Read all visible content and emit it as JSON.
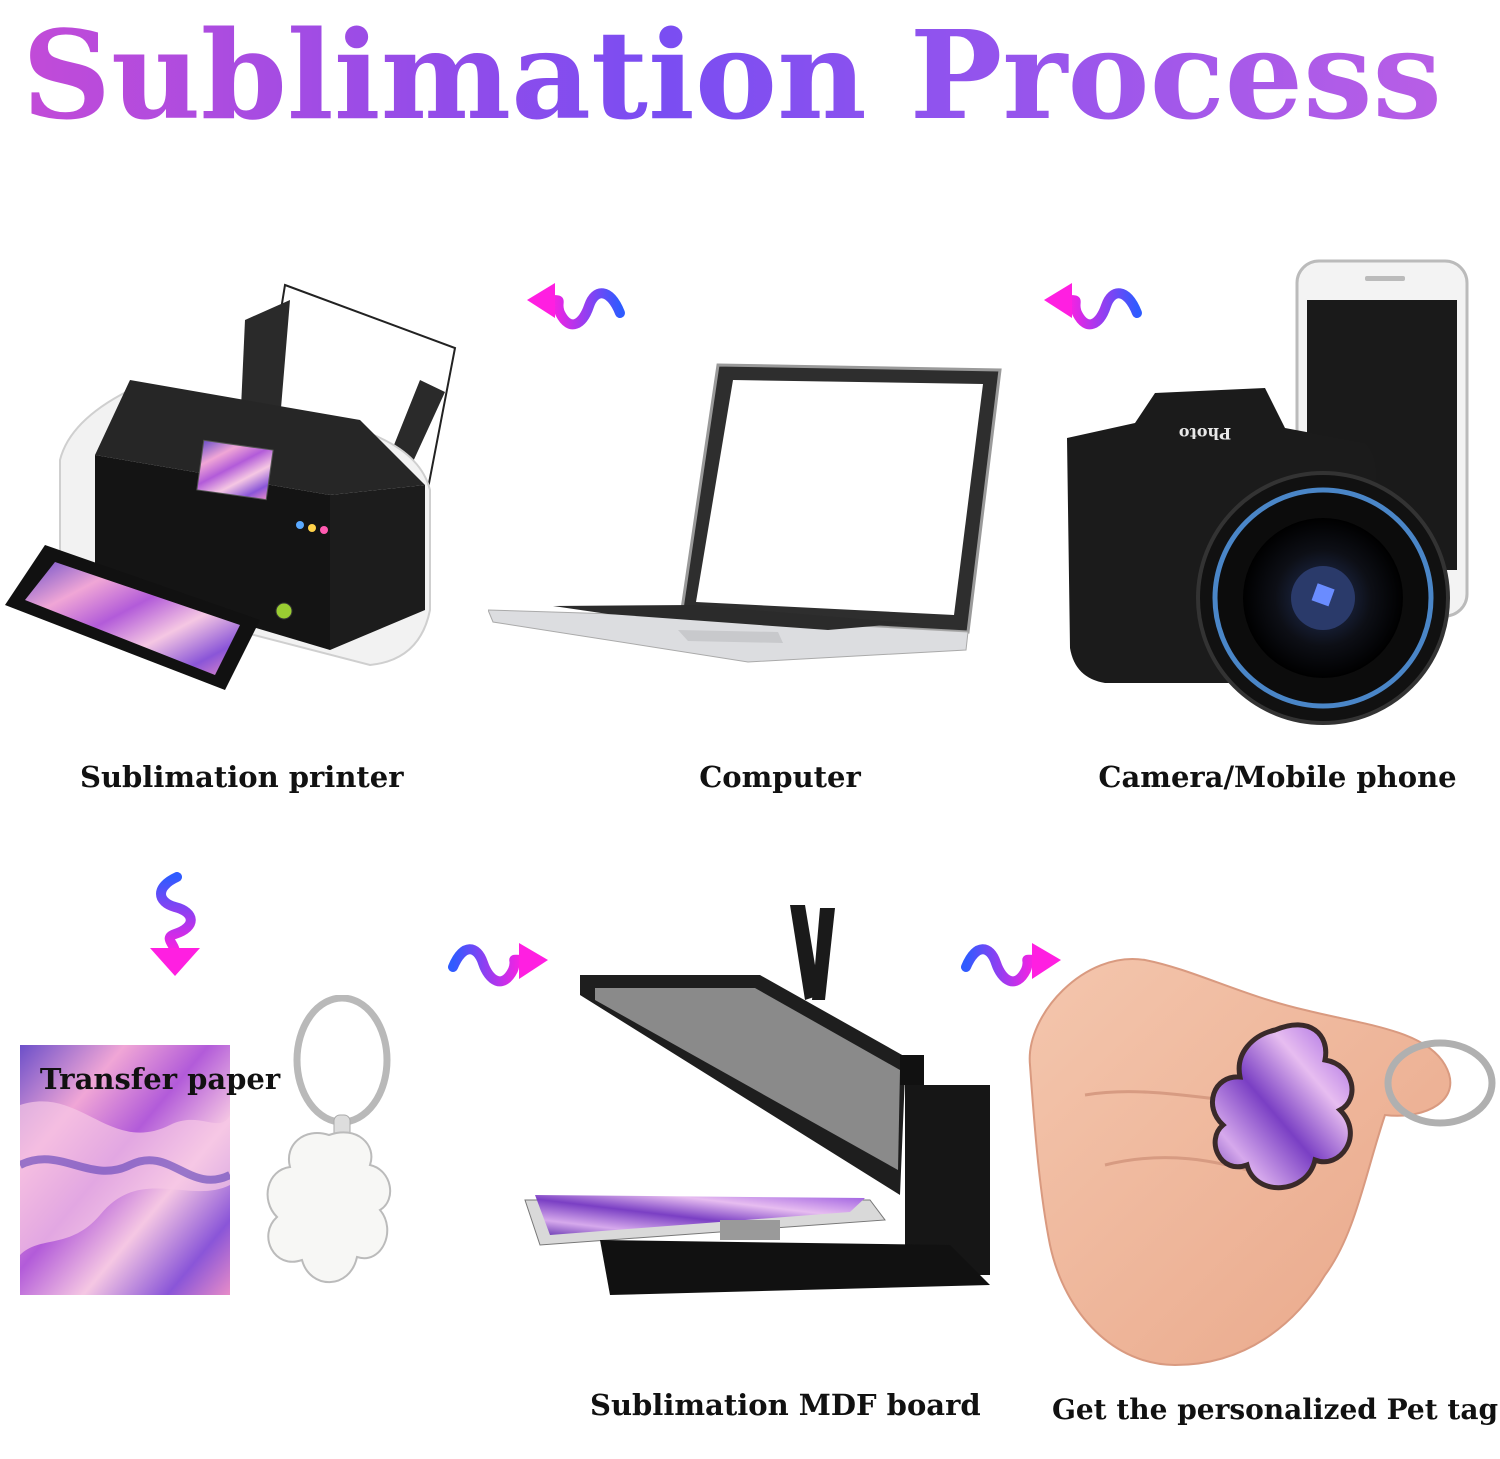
{
  "title": "Sublimation Process",
  "steps": {
    "printer": {
      "label": "Sublimation printer"
    },
    "computer": {
      "label": "Computer"
    },
    "camera": {
      "label": "Camera/Mobile phone",
      "camera_brand": "Photo"
    },
    "transfer": {
      "label": "Transfer paper"
    },
    "press": {
      "label": "Sublimation MDF board"
    },
    "result": {
      "label": "Get the personalized Pet tag"
    }
  },
  "colors": {
    "gradient_start": "#c44ad6",
    "gradient_mid": "#7b4df0",
    "gradient_end": "#b45be8",
    "arrow_magenta": "#ff1fe1",
    "arrow_blue": "#3d5bff"
  },
  "icons": [
    "wavy-arrow-left-icon",
    "wavy-arrow-down-icon",
    "wavy-arrow-right-icon"
  ]
}
